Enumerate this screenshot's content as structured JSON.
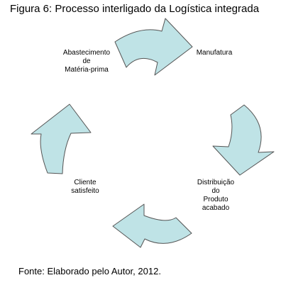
{
  "title": "Figura 6: Processo interligado da Logística integrada",
  "source": "Fonte: Elaborado pelo Autor, 2012.",
  "nodes": {
    "top_left": [
      "Abastecimento",
      "de",
      "Matéria-prima"
    ],
    "top_right": [
      "Manufatura"
    ],
    "bottom_right": [
      "Distribuição",
      "do",
      "Produto",
      "acabado"
    ],
    "bottom_left": [
      "Cliente",
      "satisfeito"
    ]
  },
  "colors": {
    "arrow_fill": "#bfe3e6",
    "arrow_stroke": "#555555"
  }
}
